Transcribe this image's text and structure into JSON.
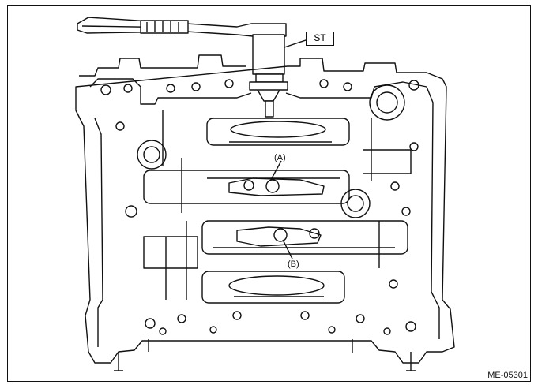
{
  "figure": {
    "tool_label": "ST",
    "callout_a": "(A)",
    "callout_b": "(B)",
    "figure_id": "ME-05301"
  },
  "colors": {
    "line": "#111111",
    "background": "#ffffff"
  },
  "icons": [
    "ratchet-wrench-icon",
    "socket-tool-icon",
    "connecting-rod-bolt-icon"
  ]
}
